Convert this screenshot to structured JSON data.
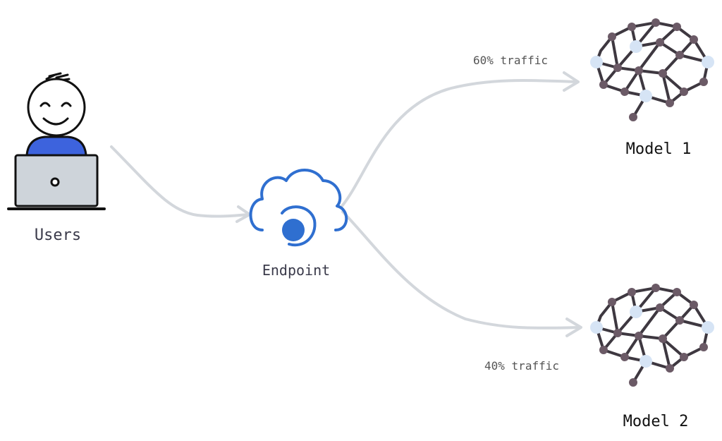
{
  "diagram": {
    "nodes": {
      "users": {
        "label": "Users",
        "icon": "user-laptop-icon"
      },
      "endpoint": {
        "label": "Endpoint",
        "icon": "cloud-endpoint-icon"
      },
      "model_1": {
        "label": "Model 1",
        "icon": "neural-network-brain-icon"
      },
      "model_2": {
        "label": "Model 2",
        "icon": "neural-network-brain-icon"
      }
    },
    "edges": [
      {
        "from": "users",
        "to": "endpoint",
        "label": ""
      },
      {
        "from": "endpoint",
        "to": "model_1",
        "label": "60% traffic"
      },
      {
        "from": "endpoint",
        "to": "model_2",
        "label": "40% traffic"
      }
    ],
    "colors": {
      "arrow": "#d3d7dc",
      "user_shirt": "#3d63dd",
      "laptop": "#ced4da",
      "cloud": "#2f6fd0",
      "brain_edge": "#3e3840",
      "brain_node_dark": "#6b5a66",
      "brain_node_light": "#d6e4f5"
    }
  }
}
